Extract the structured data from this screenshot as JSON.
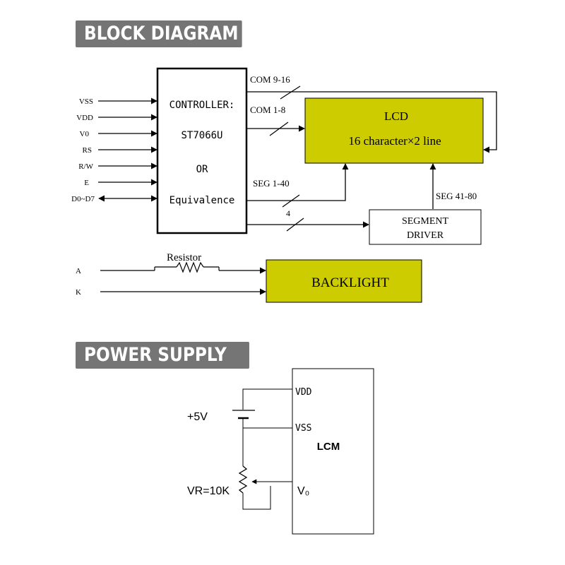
{
  "headers": {
    "block_diagram": "BLOCK DIAGRAM",
    "power_supply": "POWER SUPPLY"
  },
  "block": {
    "inputs": [
      "VSS",
      "VDD",
      "V0",
      "RS",
      "R/W",
      "E",
      "D0~D7"
    ],
    "controller": {
      "line1": "CONTROLLER:",
      "line2": "ST7066U",
      "line3": "OR",
      "line4": "Equivalence"
    },
    "com_upper": "COM 9-16",
    "com_lower": "COM 1-8",
    "seg_left": "SEG 1-40",
    "seg_right": "SEG 41-80",
    "bus_width": "4",
    "lcd": {
      "title": "LCD",
      "subtitle": "16 character×2 line"
    },
    "segment_driver": {
      "line1": "SEGMENT",
      "line2": "DRIVER"
    },
    "backlight": {
      "resistor_label": "Resistor",
      "anode": "A",
      "cathode": "K",
      "label": "BACKLIGHT"
    },
    "colors": {
      "lcd_fill": "#cccc00",
      "backlight_fill": "#cccc00"
    }
  },
  "power": {
    "vdd": "VDD",
    "vss": "VSS",
    "v0": "V₀",
    "lcm": "LCM",
    "supply": "+5V",
    "vr": "VR=10K"
  }
}
